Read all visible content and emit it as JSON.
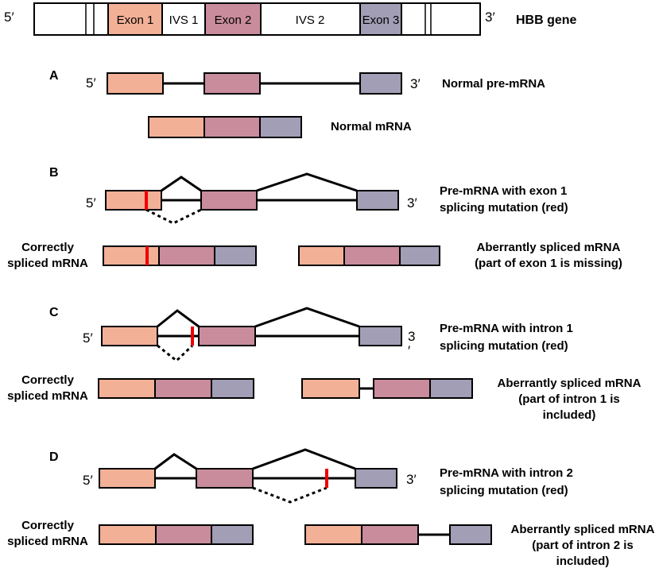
{
  "gene": {
    "five_prime": "5′",
    "three_prime": "3′",
    "title": "HBB gene",
    "exon1": "Exon 1",
    "ivs1": "IVS 1",
    "exon2": "Exon 2",
    "ivs2": "IVS 2",
    "exon3": "Exon 3"
  },
  "panelA": {
    "letter": "A",
    "five_prime": "5′",
    "three_prime": "3′",
    "premrna_label": "Normal pre-mRNA",
    "mrna_label": "Normal mRNA"
  },
  "panelB": {
    "letter": "B",
    "five_prime": "5′",
    "three_prime": "3′",
    "premrna_line1": "Pre-mRNA with exon 1",
    "premrna_line2": "splicing mutation (red)",
    "correct_line1": "Correctly",
    "correct_line2": "spliced mRNA",
    "aberrant_line1": "Aberrantly spliced mRNA",
    "aberrant_line2": "(part of exon 1 is missing)"
  },
  "panelC": {
    "letter": "C",
    "five_prime": "5′",
    "three_prime_a": "3",
    "three_prime_b": "′",
    "premrna_line1": "Pre-mRNA with intron 1",
    "premrna_line2": "splicing mutation (red)",
    "correct_line1": "Correctly",
    "correct_line2": "spliced mRNA",
    "aberrant_line1": "Aberrantly spliced mRNA",
    "aberrant_line2": "(part of intron 1 is",
    "aberrant_line3": "included)"
  },
  "panelD": {
    "letter": "D",
    "five_prime": "5′",
    "three_prime": "3′",
    "premrna_line1": "Pre-mRNA with intron 2",
    "premrna_line2": "splicing mutation (red)",
    "correct_line1": "Correctly",
    "correct_line2": "spliced mRNA",
    "aberrant_line1": "Aberrantly spliced mRNA",
    "aberrant_line2": "(part of intron 2 is",
    "aberrant_line3": "included)"
  },
  "colors": {
    "exon1": "#F2B097",
    "exon2": "#C98C9C",
    "exon3": "#A29EB6",
    "mutation": "#EE0000"
  }
}
